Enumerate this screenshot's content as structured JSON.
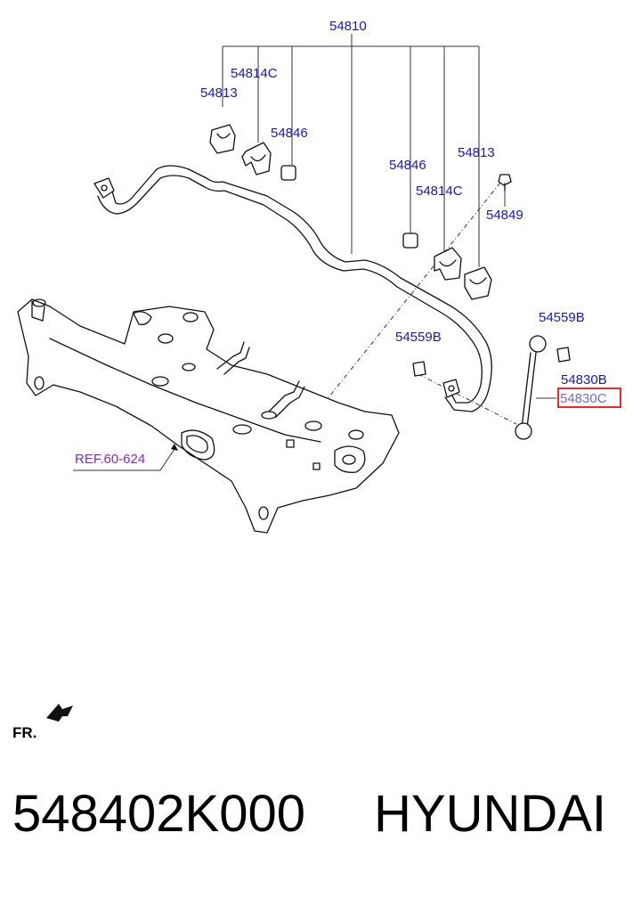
{
  "diagram": {
    "callouts": {
      "c54810": "54810",
      "c54814c_left": "54814C",
      "c54813_left": "54813",
      "c54846_left": "54846",
      "c54846_right": "54846",
      "c54813_right": "54813",
      "c54814c_right": "54814C",
      "c54849": "54849",
      "c54559b_right": "54559B",
      "c54559b_left": "54559B",
      "c54830b": "54830B",
      "c54830c": "54830C"
    },
    "reference": "REF.60-624",
    "direction_label": "FR.",
    "highlight_color": "#e0141e"
  },
  "footer": {
    "part_number": "548402K000",
    "brand": "HYUNDAI"
  }
}
